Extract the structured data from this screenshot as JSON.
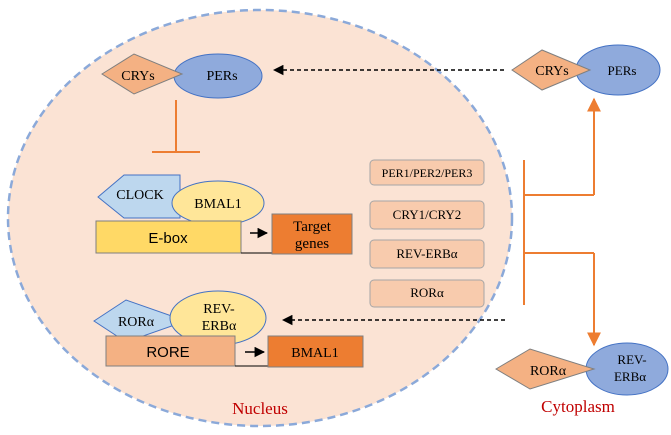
{
  "nucleus": {
    "label": "Nucleus",
    "crys": "CRYs",
    "pers": "PERs",
    "clock": "CLOCK",
    "bmal1": "BMAL1",
    "ebox": "E-box",
    "target_line1": "Target",
    "target_line2": "genes",
    "genes": [
      "PER1/PER2/PER3",
      "CRY1/CRY2",
      "REV-ERBα",
      "RORα"
    ],
    "rora": "RORα",
    "reverba_line1": "REV-",
    "reverba_line2": "ERBα",
    "rore": "RORE",
    "bmal1_gene": "BMAL1"
  },
  "cytoplasm": {
    "label": "Cytoplasm",
    "crys": "CRYs",
    "pers": "PERs",
    "rora": "RORα",
    "reverba_line1": "REV-",
    "reverba_line2": "ERBα"
  },
  "colors": {
    "nucleus_fill": "#fbe3d4",
    "nucleus_border": "#8ba9d9",
    "orange_fill": "#f4b183",
    "blue_fill": "#8faadc",
    "light_blue_fill": "#bdd7ee",
    "yellow_fill": "#ffe699",
    "gold_fill": "#ffd966",
    "dark_orange": "#ed7d31",
    "label_red": "#c00000",
    "arrow_orange": "#ed7d31"
  }
}
